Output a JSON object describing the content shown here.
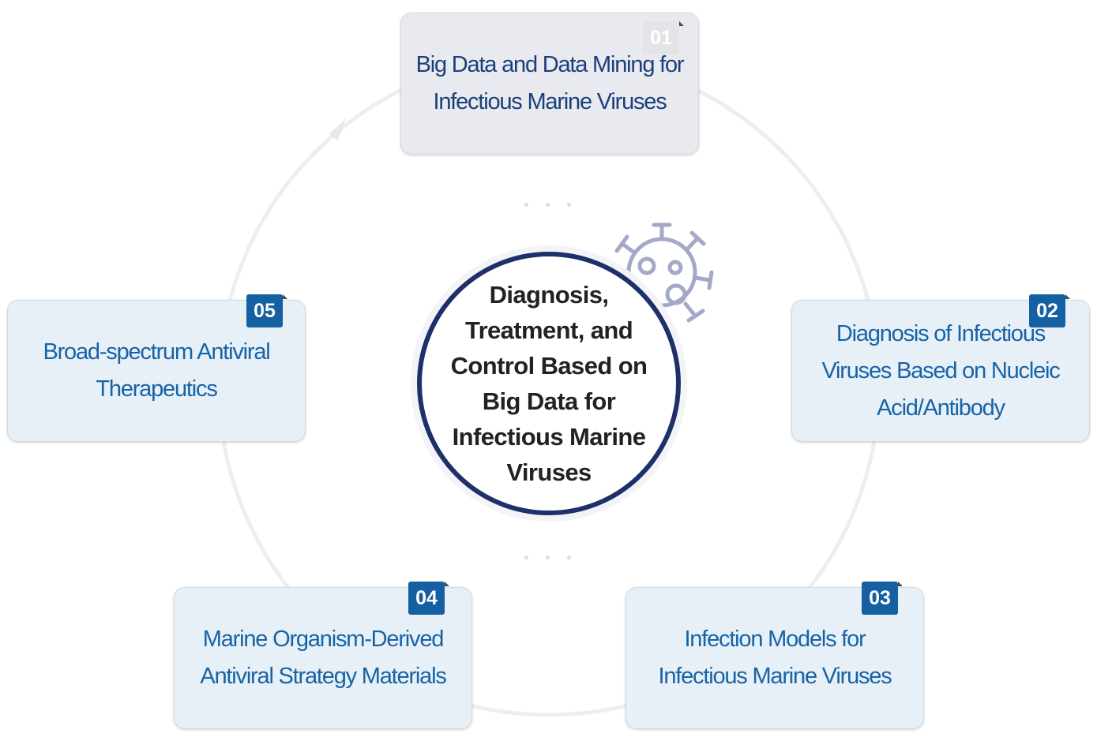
{
  "center": {
    "title": "Diagnosis, Treatment, and Control Based on Big Data for Infectious Marine Viruses"
  },
  "steps": [
    {
      "number": "01",
      "label": "Big Data and Data Mining for Infectious Marine Viruses"
    },
    {
      "number": "02",
      "label": "Diagnosis of Infectious Viruses Based on Nucleic Acid/Antibody"
    },
    {
      "number": "03",
      "label": "Infection Models for Infectious Marine Viruses"
    },
    {
      "number": "04",
      "label": "Marine Organism-Derived Antiviral Strategy Materials"
    },
    {
      "number": "05",
      "label": "Broad-spectrum Antiviral Therapeutics"
    }
  ],
  "icons": {
    "center_decoration": "virus-icon",
    "cycle_arrow": "arrowhead-icon"
  },
  "colors": {
    "accent": "#1560a3",
    "box_fill": "#e7f0f7",
    "ring": "#1e2f6a",
    "label_text": "#1763a6"
  }
}
